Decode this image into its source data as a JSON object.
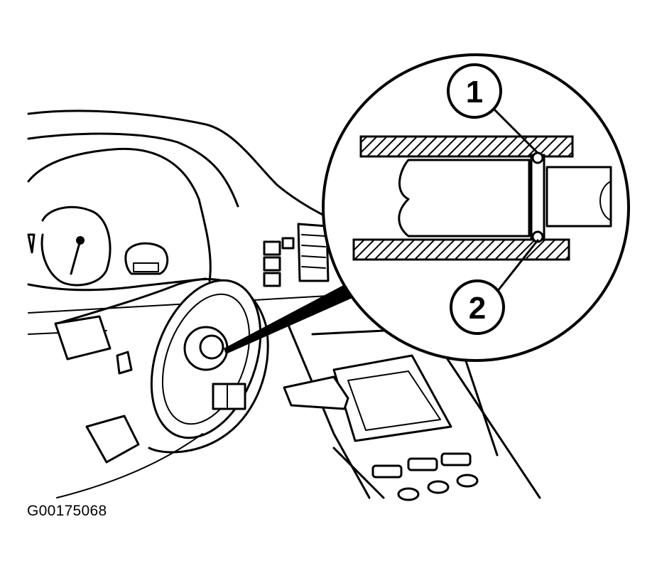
{
  "figure": {
    "id_label": "G00175068",
    "callouts": [
      {
        "number": "1"
      },
      {
        "number": "2"
      }
    ]
  }
}
